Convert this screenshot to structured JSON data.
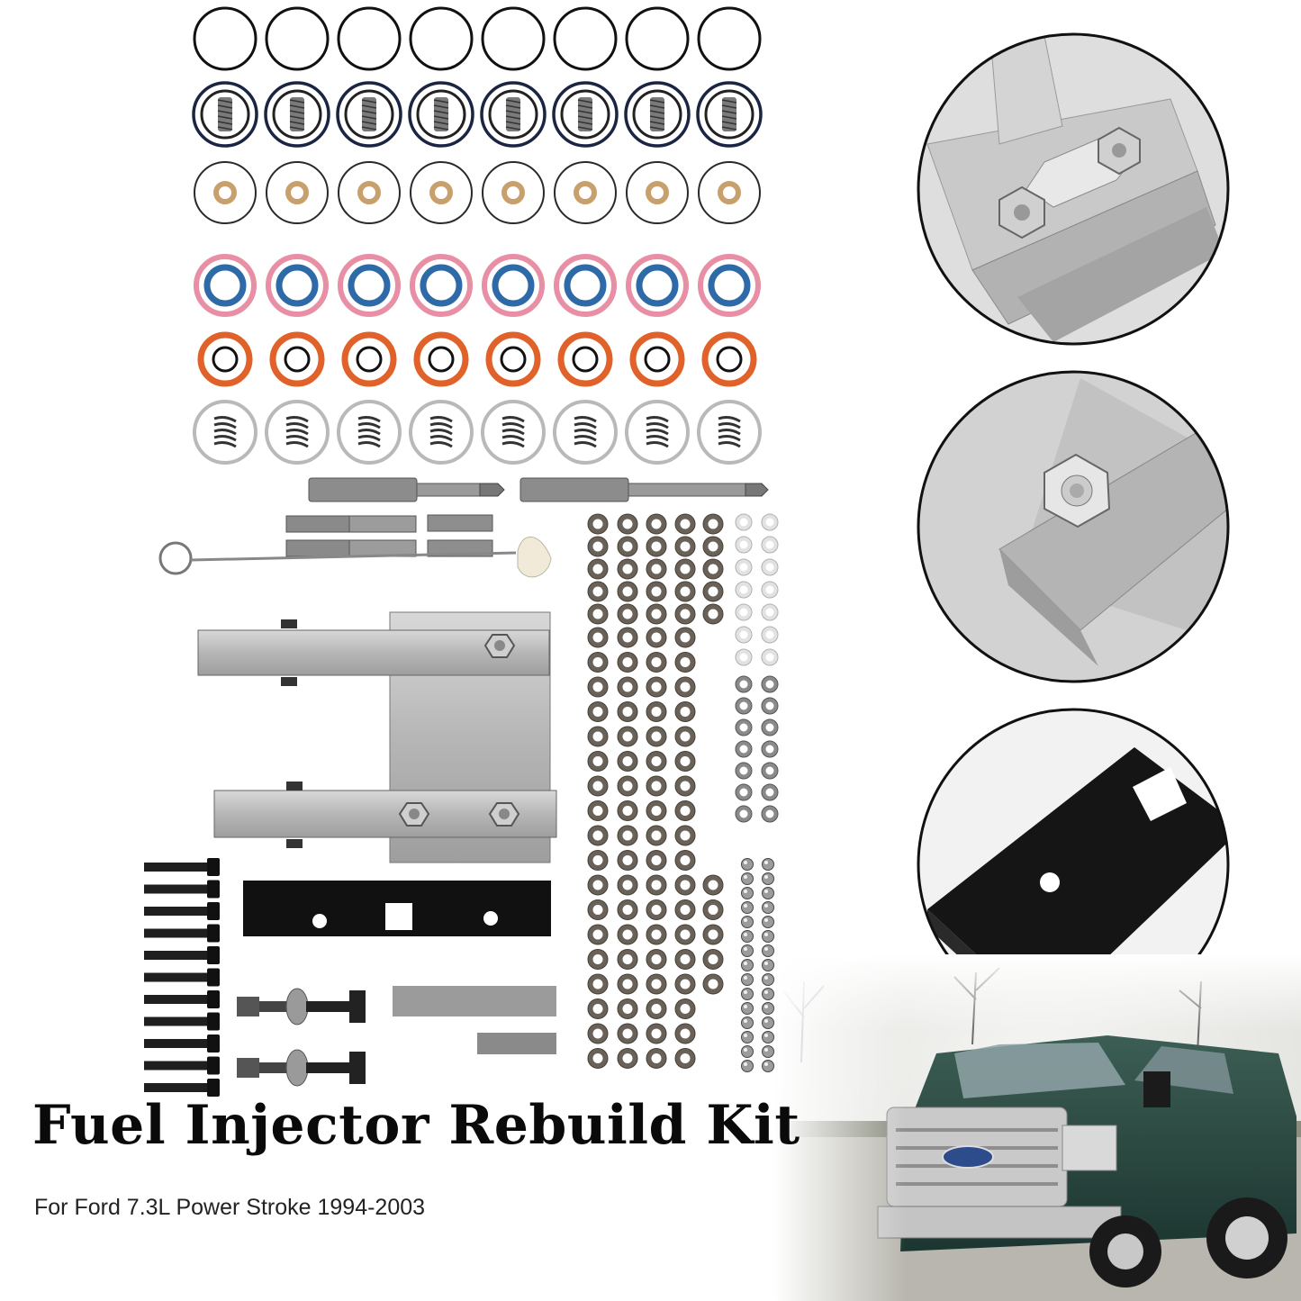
{
  "product": {
    "title": "Fuel Injector Rebuild Kit",
    "subtitle": "For Ford 7.3L Power Stroke 1994-2003"
  },
  "kit": {
    "ring_columns": 8,
    "ring_rows": [
      "black o-ring",
      "o-ring with spring",
      "o-ring with brass washer",
      "pink and blue o-rings",
      "orange and black o-rings",
      "clear ring with spring"
    ],
    "colors": {
      "black": "#111111",
      "navy": "#1c2444",
      "pink": "#e88fa6",
      "blue": "#2e6aa8",
      "orange": "#e0622a",
      "brass": "#c9a06b",
      "aluminum": "#c4c4c4",
      "steel": "#8a8a8a"
    }
  },
  "detail_views": [
    {
      "name": "holder-bracket-detail",
      "icon": "aluminum-bracket-icon"
    },
    {
      "name": "nut-detail",
      "icon": "hex-nut-icon"
    },
    {
      "name": "black-plate-detail",
      "icon": "black-plate-icon"
    }
  ],
  "truck_photo": {
    "icon": "pickup-truck-icon",
    "paint": "#2a4a40"
  }
}
